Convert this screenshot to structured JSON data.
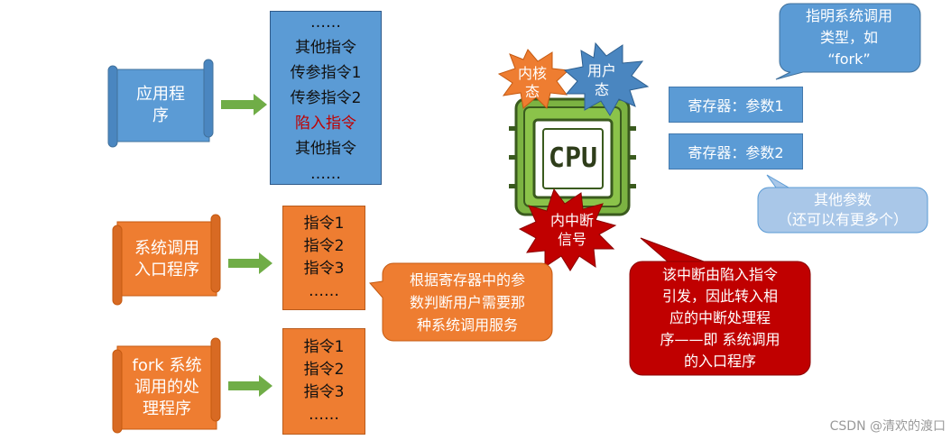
{
  "scrolls": {
    "app": {
      "lines": [
        "应用程",
        "序"
      ]
    },
    "syscall_entry": {
      "lines": [
        "系统调用",
        "入口程序"
      ]
    },
    "fork_syscall": {
      "lines": [
        "fork 系统",
        "调用的处",
        "理程序"
      ]
    }
  },
  "app_code": {
    "lines": [
      "……",
      "其他指令",
      "传参指令1",
      "传参指令2",
      "陷入指令",
      "其他指令",
      "……"
    ]
  },
  "syscall_code": {
    "lines": [
      "指令1",
      "指令2",
      "指令3",
      "……"
    ]
  },
  "fork_code": {
    "lines": [
      "指令1",
      "指令2",
      "指令3",
      "……"
    ]
  },
  "cpu": {
    "chip_label": "CPU",
    "kernel_mode": [
      "内核",
      "态"
    ],
    "user_mode": [
      "用户",
      "态"
    ],
    "interrupt_signal": [
      "内中断",
      "信号"
    ]
  },
  "registers": [
    "寄存器：参数1",
    "寄存器：参数2"
  ],
  "callouts": {
    "syscall_type": [
      "指明系统调用",
      "类型，如",
      "“fork”"
    ],
    "other_params": [
      "其他参数",
      "（还可以有更多个）"
    ],
    "dispatch": [
      "根据寄存器中的参",
      "数判断用户需要那",
      "种系统调用服务"
    ],
    "interrupt": [
      "该中断由陷入指令",
      "引发，因此转入相",
      "应的中断处理程",
      "序——即 系统调用",
      "的入口程序"
    ]
  },
  "watermark": "CSDN @清欢的渡口",
  "colors": {
    "blue": "#5b9bd5",
    "orange": "#ee7d31",
    "green_arrow": "#70ad47",
    "red": "#c00000",
    "trap_text": "#c00000"
  }
}
